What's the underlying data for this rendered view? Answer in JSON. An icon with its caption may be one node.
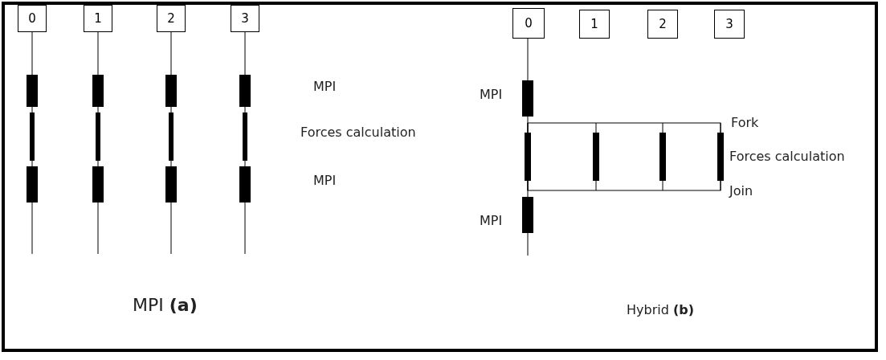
{
  "diagram": {
    "nodes": [
      {
        "text": [
          "0"
        ]
      },
      {
        "text": [
          "1"
        ]
      },
      {
        "text": [
          "2"
        ]
      },
      {
        "text": [
          "3"
        ]
      },
      {
        "text": [
          "0"
        ]
      },
      {
        "text": [
          "1"
        ]
      },
      {
        "text": [
          "2"
        ]
      },
      {
        "text": [
          "3"
        ]
      }
    ],
    "labels": [
      "MPI",
      "Forces calculation",
      "MPI",
      "MPI **(a)**",
      "MPI",
      "Fork",
      "Forces calculation",
      "Join",
      "MPI",
      "Hybrid **(b)**"
    ]
  }
}
